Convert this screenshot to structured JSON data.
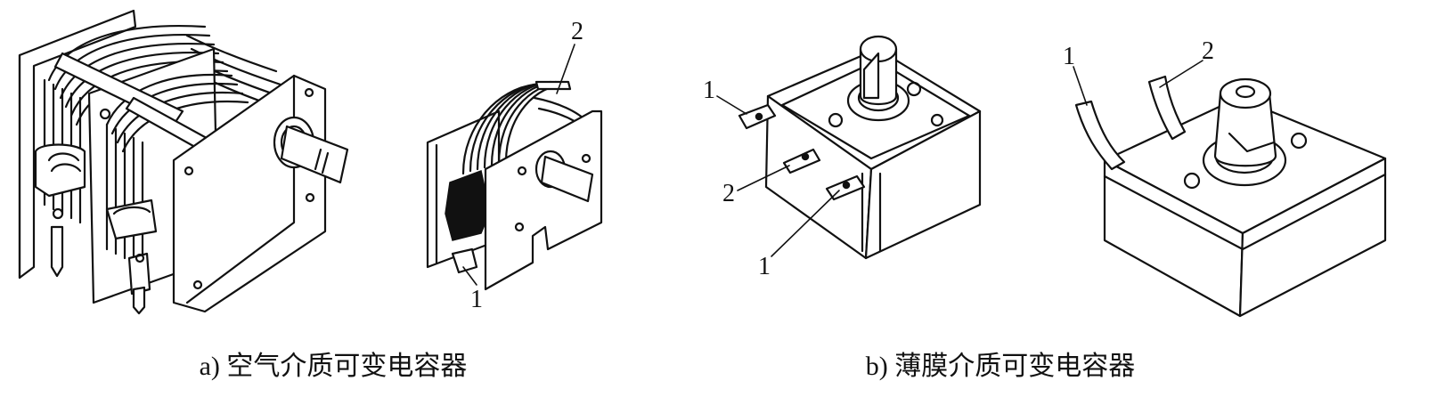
{
  "caption_a": "a) 空气介质可变电容器",
  "caption_b": "b) 薄膜介质可变电容器",
  "labels": {
    "a_small_1": "1",
    "a_small_2": "2",
    "b1_left_1": "1",
    "b1_left_2": "2",
    "b1_bottom_1": "1",
    "b2_top_1": "1",
    "b2_top_2": "2"
  }
}
